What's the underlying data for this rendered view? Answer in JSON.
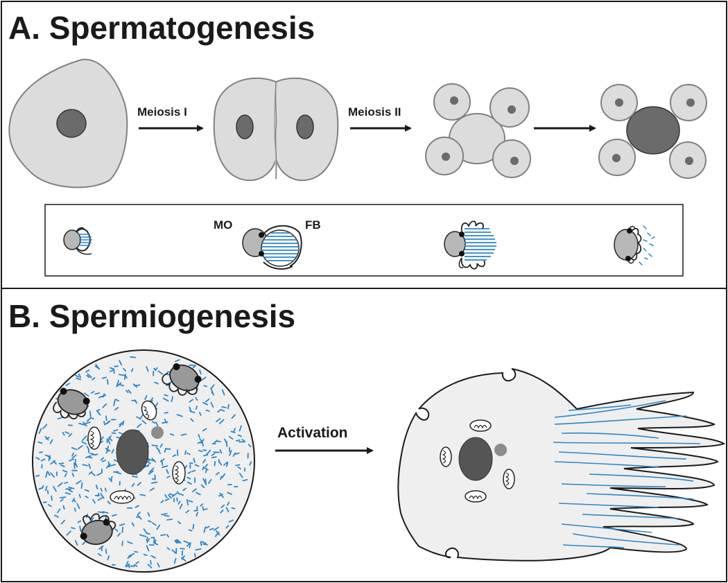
{
  "panel_a": {
    "title": "A. Spermatogenesis",
    "arrow_1_label": "Meiosis I",
    "arrow_2_label": "Meiosis II",
    "inset_mo_label": "MO",
    "inset_fb_label": "FB"
  },
  "panel_b": {
    "title": "B. Spermiogenesis",
    "arrow_label": "Activation"
  },
  "colors": {
    "cytoplasm": "#dcdcdc",
    "nucleus": "#6b6b6b",
    "fibrous_body": "#2a86c8",
    "outline": "#1a1a1a"
  }
}
